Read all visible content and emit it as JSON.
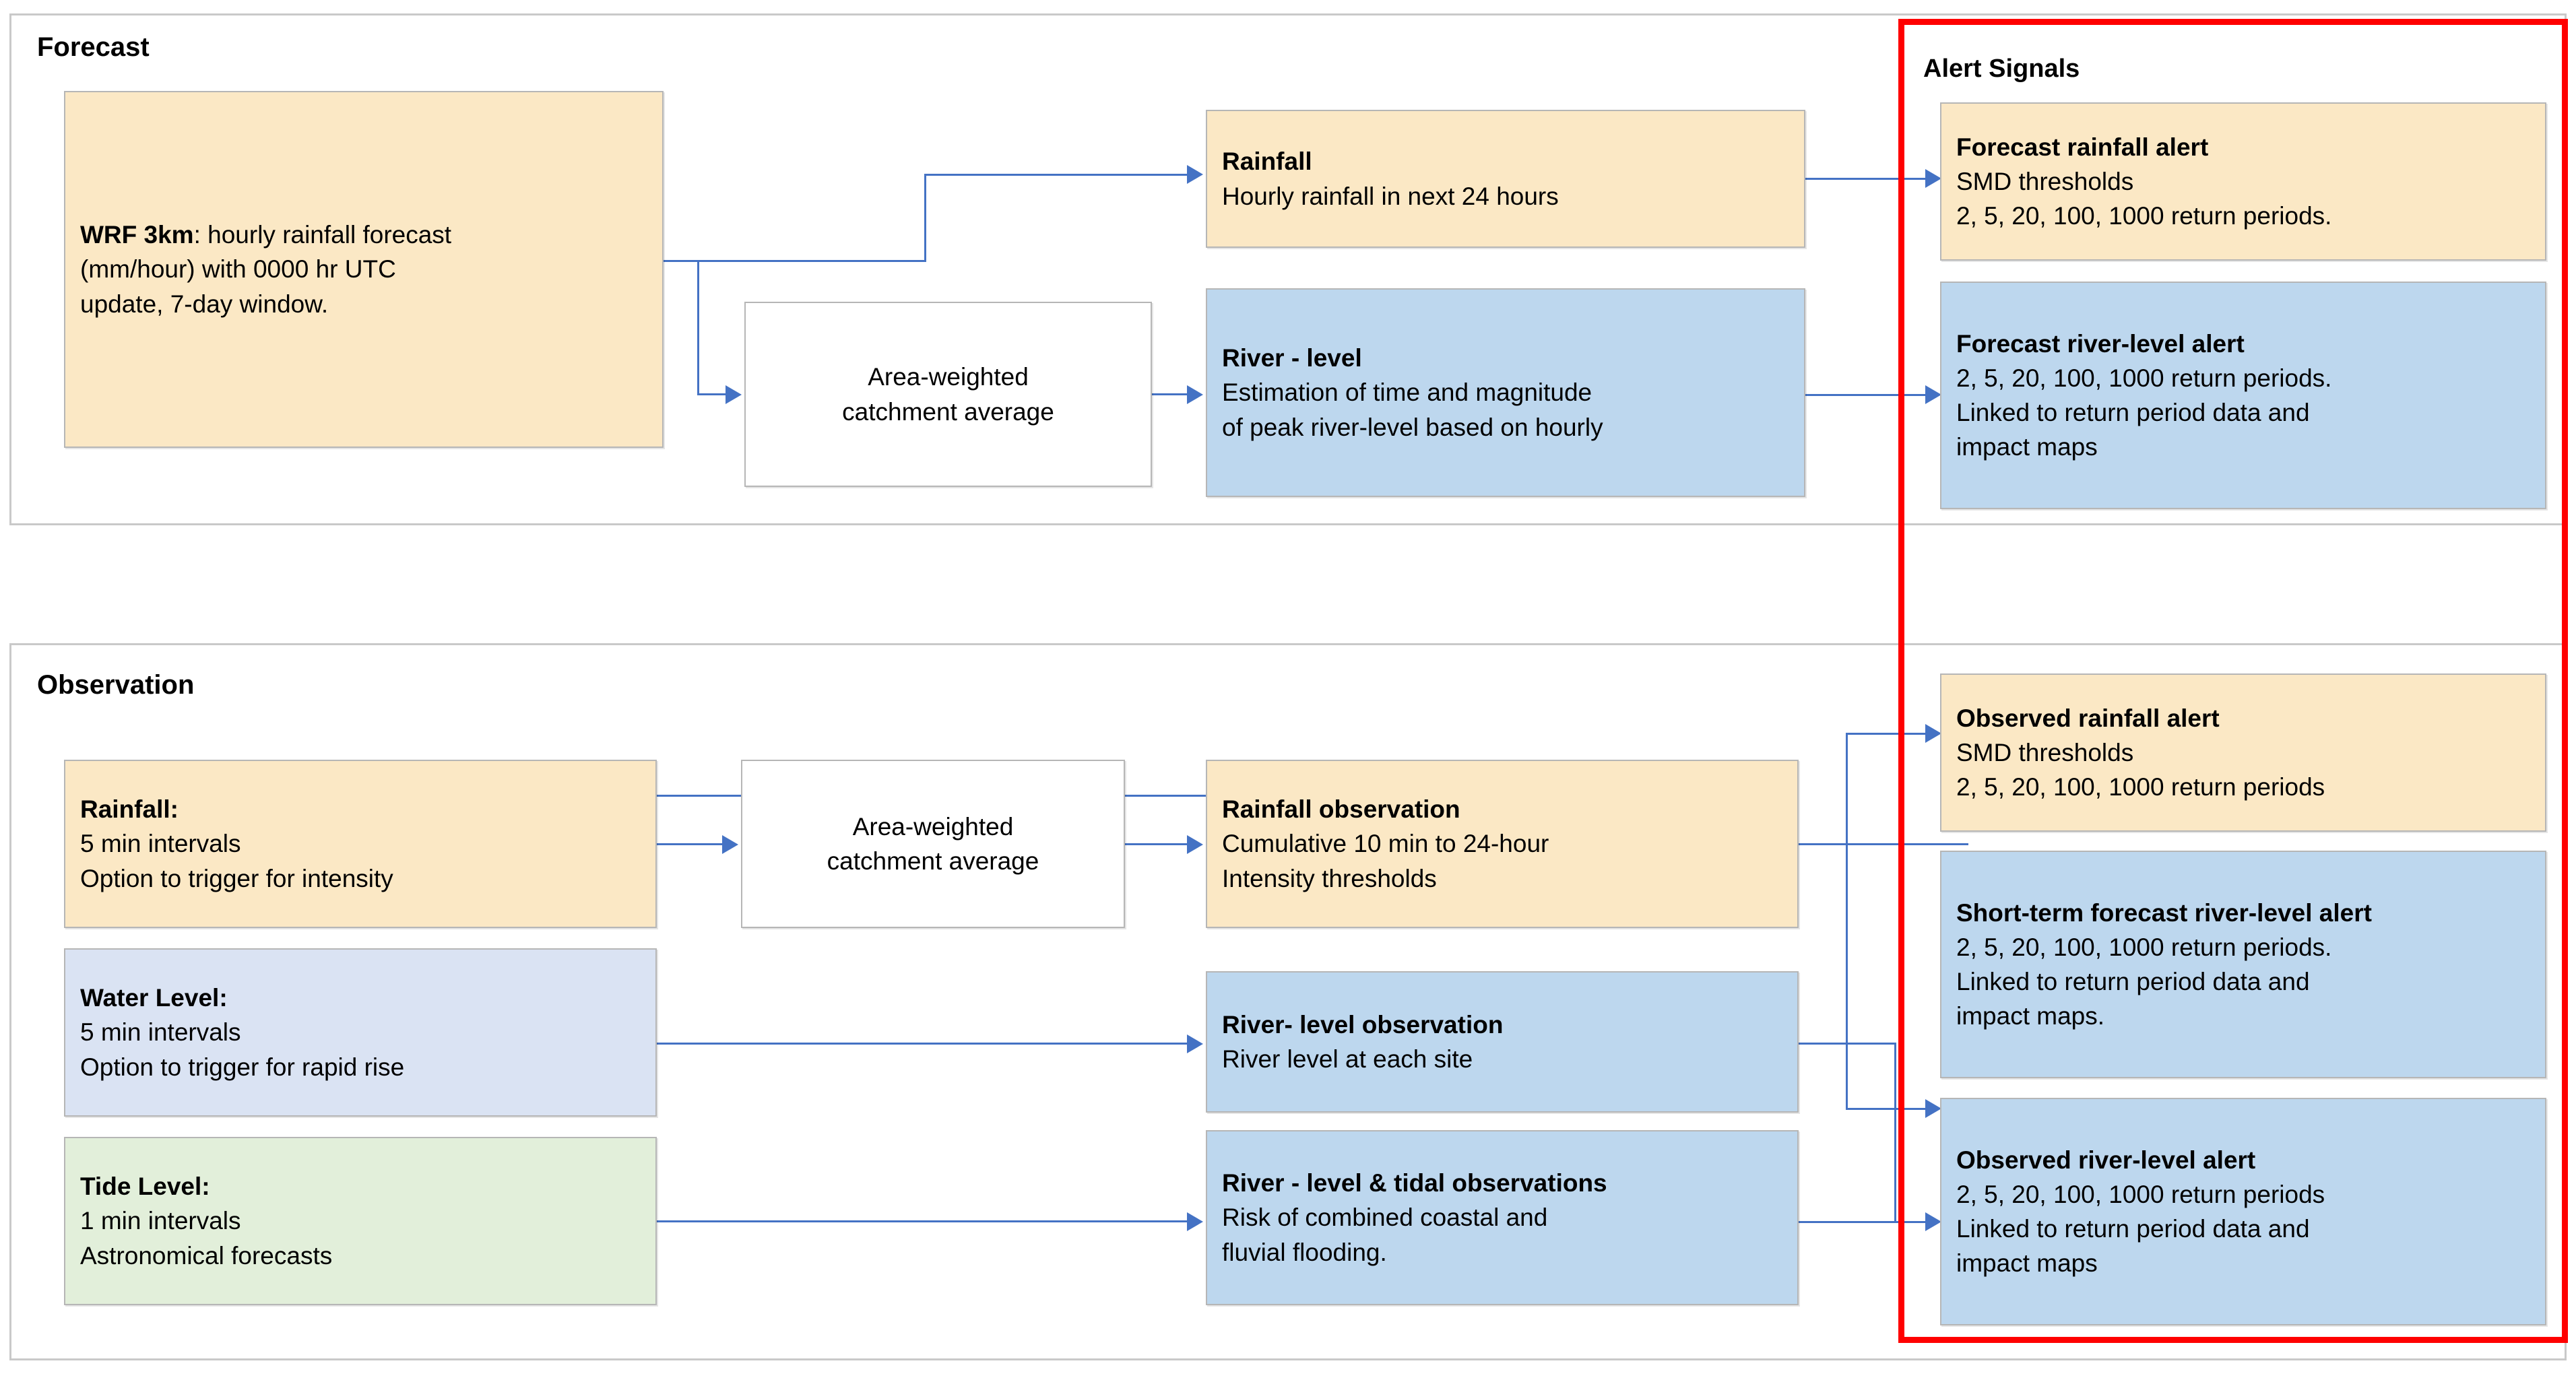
{
  "forecast": {
    "title": "Forecast",
    "wrf": {
      "title": "WRF 3km",
      "line1": ": hourly rainfall forecast",
      "line2": "(mm/hour) with 0000 hr UTC",
      "line3": "update, 7-day window."
    },
    "catchment": {
      "line1": "Area-weighted",
      "line2": "catchment average"
    },
    "rainfall": {
      "title": "Rainfall",
      "line1": "Hourly rainfall in next 24 hours"
    },
    "river_level": {
      "title": "River - level",
      "line1": "Estimation of time and magnitude",
      "line2": "of peak river-level based on hourly"
    }
  },
  "alert_signals": {
    "title": "Alert Signals",
    "forecast_rainfall_alert": {
      "title": "Forecast rainfall  alert",
      "line1": "SMD  thresholds",
      "line2": "2, 5, 20, 100, 1000 return periods."
    },
    "forecast_river_level_alert": {
      "title": "Forecast river-level alert",
      "line1": "2, 5, 20, 100, 1000 return periods.",
      "line2": "Linked to return period data and",
      "line3": "impact maps"
    },
    "observed_rainfall_alert": {
      "title": "Observed rainfall alert",
      "line1": "SMD  thresholds",
      "line2": "2, 5, 20, 100, 1000 return periods"
    },
    "short_term_forecast_river_level_alert": {
      "title": "Short-term forecast river-level alert",
      "line1": "2, 5, 20, 100, 1000 return periods.",
      "line2": "Linked to return period data and",
      "line3": "impact maps."
    },
    "observed_river_level_alert": {
      "title": "Observed river-level alert",
      "line1": "2, 5, 20, 100, 1000 return periods",
      "line2": "Linked to return period data and",
      "line3": "impact maps"
    }
  },
  "observation": {
    "title": "Observation",
    "rainfall": {
      "title": "Rainfall:",
      "line1": "5 min intervals",
      "line2": "Option to trigger for intensity"
    },
    "water_level": {
      "title": "Water Level:",
      "line1": "5 min intervals",
      "line2": "Option to trigger for rapid rise"
    },
    "tide_level": {
      "title": "Tide Level:",
      "line1": "1 min intervals",
      "line2": "Astronomical forecasts"
    },
    "catchment": {
      "line1": "Area-weighted",
      "line2": "catchment average"
    },
    "rainfall_observation": {
      "title": "Rainfall observation",
      "line1": "Cumulative 10 min to 24-hour",
      "line2": "Intensity thresholds"
    },
    "river_level_observation": {
      "title": "River- level observation",
      "line1": "River level at each site"
    },
    "river_tidal_observation": {
      "title": "River - level & tidal observations",
      "line1": "Risk of combined coastal and",
      "line2": "fluvial flooding."
    }
  },
  "colors": {
    "cream": "#FBE8C5",
    "blue": "#BDD7EE",
    "light_blue": "#DAE3F3",
    "green": "#E2EFDA",
    "connector": "#4472C4",
    "highlight": "#FF0000",
    "panel_border": "#C9C9C9"
  }
}
